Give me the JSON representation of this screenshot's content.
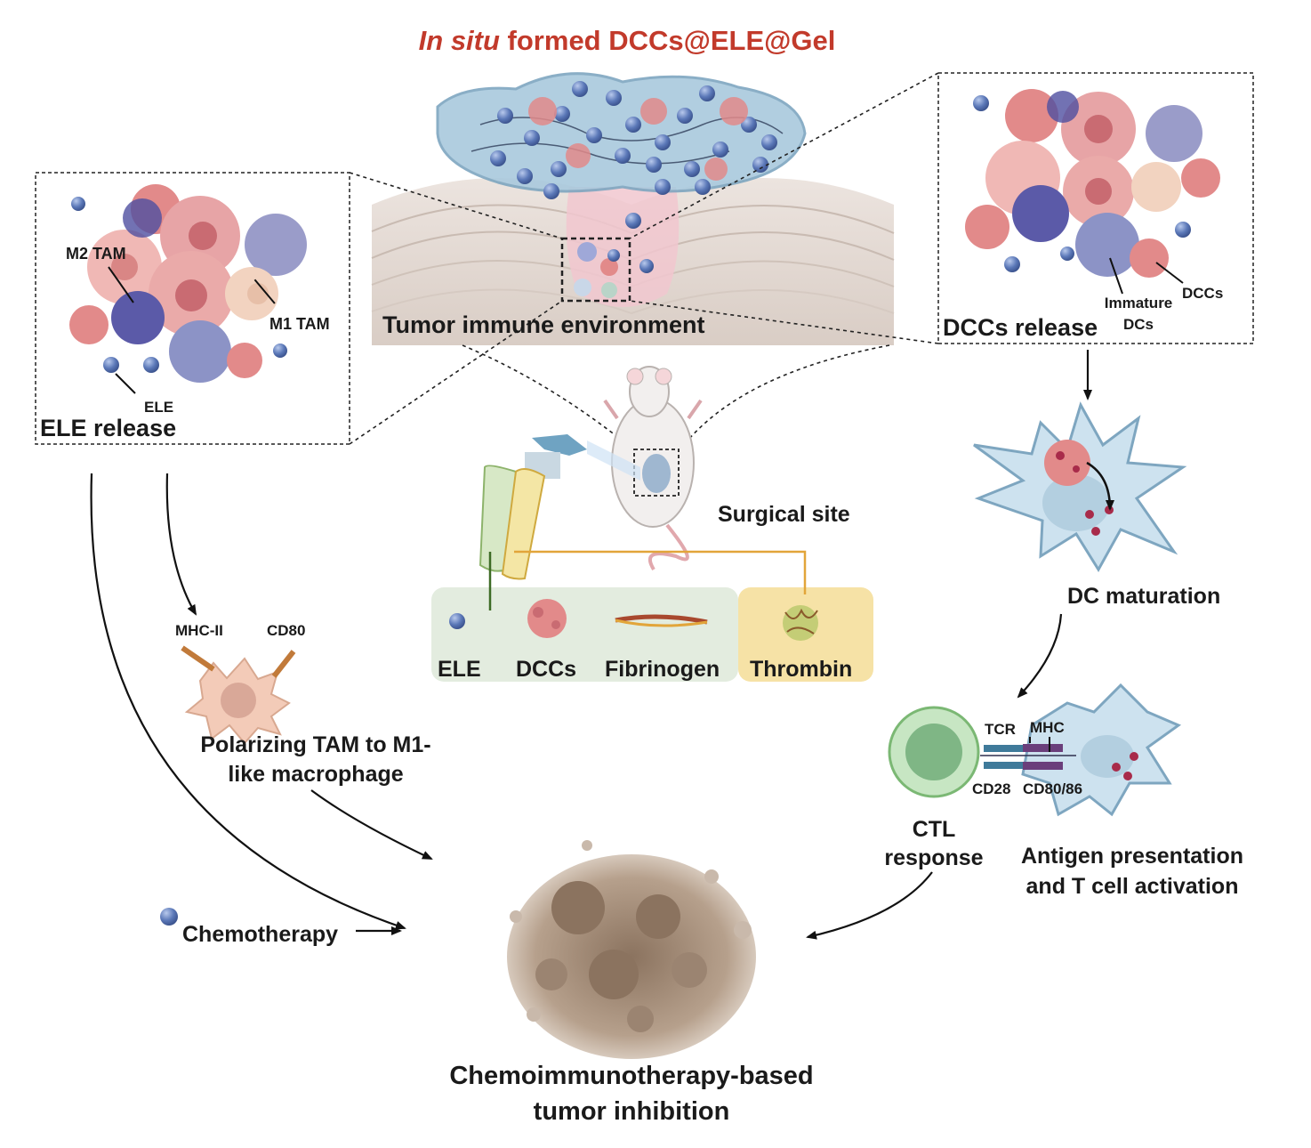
{
  "title": {
    "italic": "In situ",
    "rest": " formed DCCs@ELE@Gel"
  },
  "labels": {
    "tumor_immune_environment": "Tumor immune environment",
    "ele_release": "ELE release",
    "dccs_release": "DCCs release",
    "m2_tam": "M2 TAM",
    "m1_tam": "M1 TAM",
    "ele": "ELE",
    "immature_dcs_1": "Immature",
    "immature_dcs_2": "DCs",
    "dccs": "DCCs",
    "surgical_site": "Surgical site",
    "dc_maturation": "DC maturation",
    "mhc_ii": "MHC-II",
    "cd80": "CD80",
    "polarizing_1": "Polarizing TAM to M1-",
    "polarizing_2": "like macrophage",
    "tcr": "TCR",
    "mhc": "MHC",
    "cd28": "CD28",
    "cd80_86": "CD80/86",
    "ctl_1": "CTL",
    "ctl_2": "response",
    "antigen_1": "Antigen presentation",
    "antigen_2": "and T cell activation",
    "chemotherapy": "Chemotherapy",
    "outcome_1": "Chemoimmunotherapy-based",
    "outcome_2": "tumor inhibition"
  },
  "legend": {
    "ele": "ELE",
    "dccs": "DCCs",
    "fibrinogen": "Fibrinogen",
    "thrombin": "Thrombin"
  },
  "colors": {
    "title_red": "#c23a2b",
    "ele_blue": "#5b78b8",
    "dcc_pink": "#e28a8a",
    "gel_blue": "#a9c9dd",
    "legend_green": "#e3ecdf",
    "legend_yellow": "#f6e2a6",
    "dc_blue": "#cde2ef",
    "ctl_green": "#9fcf9c",
    "tumor_brown": "#a38d7c"
  }
}
